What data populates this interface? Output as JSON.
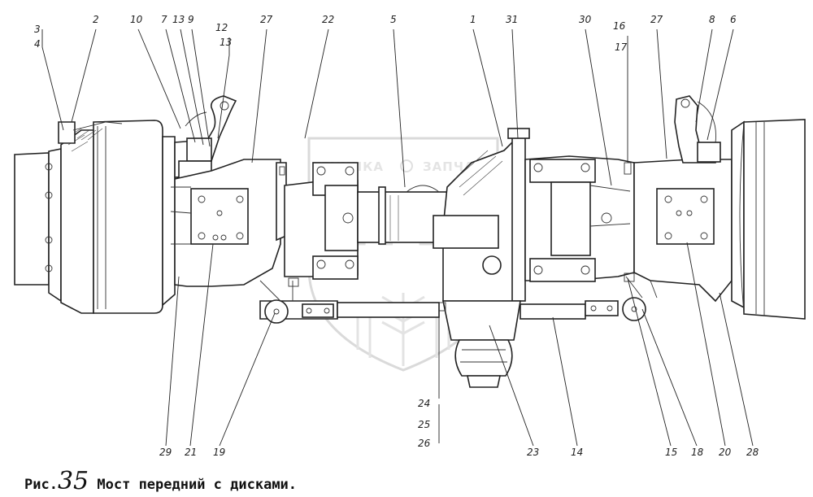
{
  "watermark": {
    "left_word": "ТЕХНИКА",
    "right_word": "ЗАПЧАСТИ",
    "logo_letters": "ЭПФ"
  },
  "caption": {
    "prefix": "Рис.",
    "number": "35",
    "text": "Мост передний с дисками."
  },
  "callouts": {
    "c3": "3",
    "c4": "4",
    "c2": "2",
    "c10": "10",
    "c7": "7",
    "c13a": "13",
    "c9": "9",
    "c12": "12",
    "c13b": "13",
    "c27a": "27",
    "c22": "22",
    "c5": "5",
    "c1": "1",
    "c31": "31",
    "c30": "30",
    "c16": "16",
    "c17": "17",
    "c27b": "27",
    "c8": "8",
    "c6": "6",
    "c29": "29",
    "c21": "21",
    "c19": "19",
    "c24": "24",
    "c25": "25",
    "c26": "26",
    "c23": "23",
    "c14": "14",
    "c15": "15",
    "c18": "18",
    "c20": "20",
    "c28": "28"
  }
}
